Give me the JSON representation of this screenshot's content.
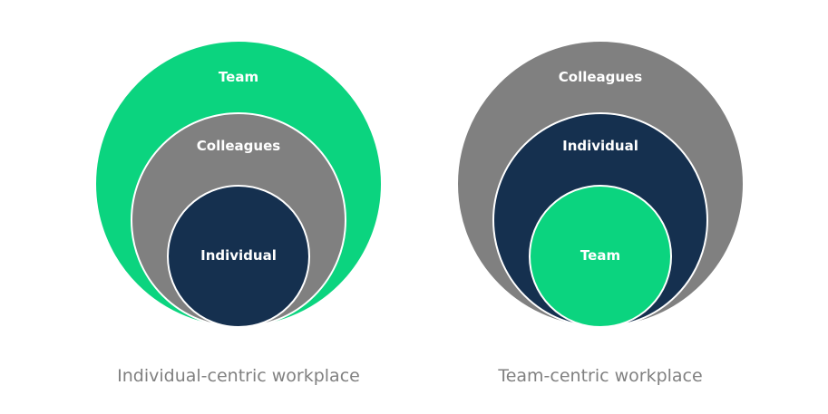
{
  "colors": {
    "green": "#0BD47F",
    "gray": "#808080",
    "navy": "#15304F",
    "label": "#FFFFFF",
    "caption": "#808080"
  },
  "left_diagram": {
    "caption": "Individual-centric workplace",
    "outer_label": "Team",
    "middle_label": "Colleagues",
    "inner_label": "Individual"
  },
  "right_diagram": {
    "caption": "Team-centric workplace",
    "outer_label": "Colleagues",
    "middle_label": "Individual",
    "inner_label": "Team"
  }
}
